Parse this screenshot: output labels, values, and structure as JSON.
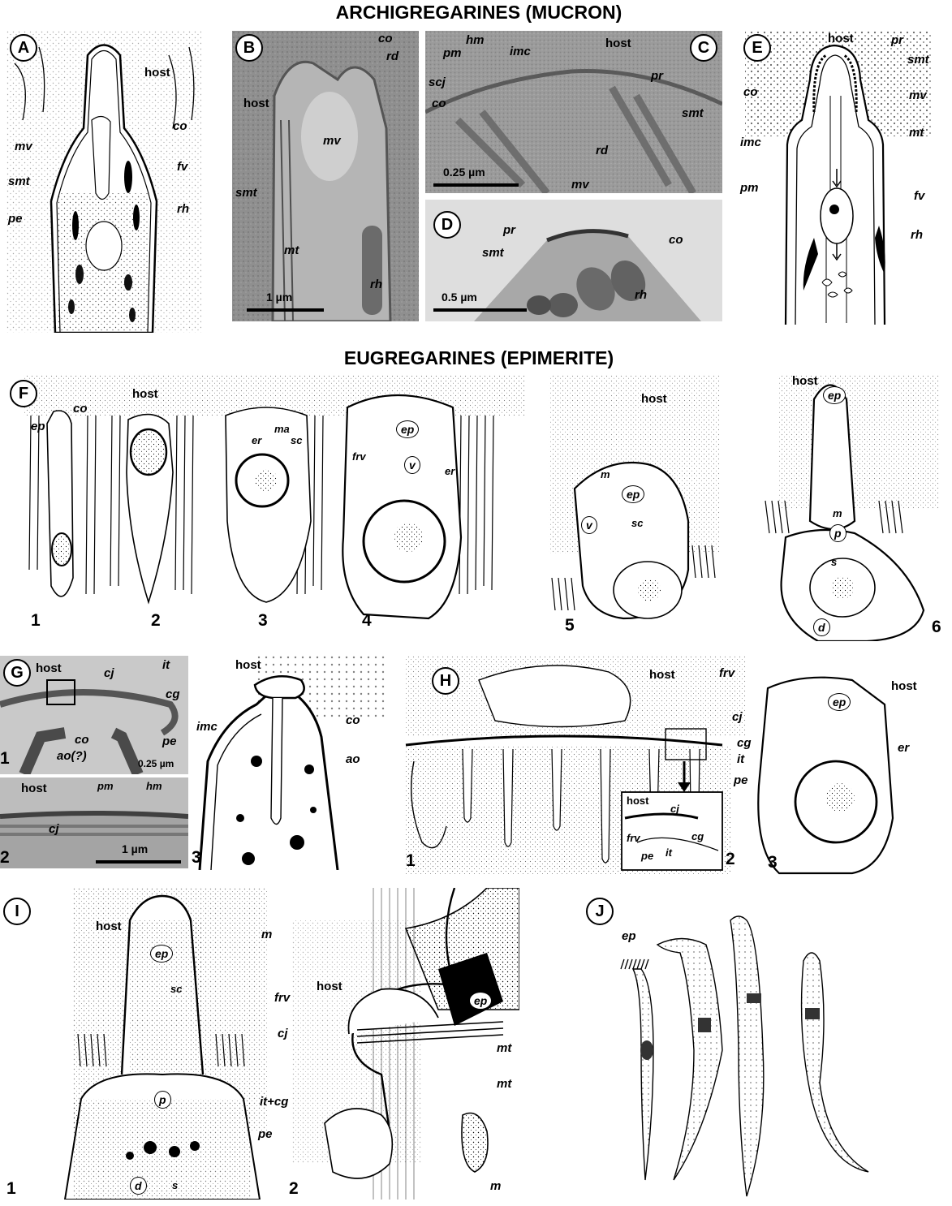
{
  "headings": {
    "archigregarines": "ARCHIGREGARINES (MUCRON)",
    "eugregarines": "EUGREGARINES (EPIMERITE)"
  },
  "panels": {
    "A": {
      "letter": "A",
      "labels": {
        "host": "host",
        "mv": "mv",
        "co": "co",
        "fv": "fv",
        "smt": "smt",
        "rh": "rh",
        "pe": "pe"
      }
    },
    "B": {
      "letter": "B",
      "labels": {
        "co": "co",
        "rd": "rd",
        "host": "host",
        "mv": "mv",
        "smt": "smt",
        "mt": "mt",
        "rh": "rh"
      },
      "scale": "1 µm"
    },
    "C": {
      "letter": "C",
      "labels": {
        "hm": "hm",
        "pm": "pm",
        "imc": "imc",
        "host": "host",
        "pr": "pr",
        "scj": "scj",
        "co": "co",
        "smt": "smt",
        "rd": "rd",
        "mv": "mv"
      },
      "scale": "0.25 µm"
    },
    "D": {
      "letter": "D",
      "labels": {
        "pr": "pr",
        "smt": "smt",
        "co": "co",
        "rh": "rh"
      },
      "scale": "0.5 µm"
    },
    "E": {
      "letter": "E",
      "labels": {
        "host": "host",
        "pr": "pr",
        "smt": "smt",
        "co": "co",
        "mv": "mv",
        "mt": "mt",
        "imc": "imc",
        "pm": "pm",
        "fv": "fv",
        "rh": "rh"
      }
    },
    "F": {
      "letter": "F",
      "labels": {
        "host1": "host",
        "co": "co",
        "ep1": "ep",
        "ma": "ma",
        "er1": "er",
        "sc1": "sc",
        "ep2": "ep",
        "v1": "v",
        "frv": "frv",
        "er2": "er",
        "host2": "host",
        "m1": "m",
        "ep3": "ep",
        "v2": "v",
        "sc2": "sc",
        "host3": "host",
        "ep4": "ep",
        "m2": "m",
        "p": "p",
        "s": "s",
        "d": "d"
      },
      "numbers": [
        "1",
        "2",
        "3",
        "4",
        "5",
        "6"
      ]
    },
    "G": {
      "letter": "G",
      "labels": {
        "host1": "host",
        "cj1": "cj",
        "it": "it",
        "cg": "cg",
        "co1": "co",
        "ao1": "ao(?)",
        "pe": "pe",
        "host2": "host",
        "pm": "pm",
        "hm": "hm",
        "cj2": "cj",
        "host3": "host",
        "imc": "imc",
        "co2": "co",
        "ao2": "ao"
      },
      "numbers": [
        "1",
        "2",
        "3"
      ],
      "scales": [
        "0.25 µm",
        "1 µm"
      ]
    },
    "H": {
      "letter": "H",
      "labels": {
        "host1": "host",
        "frv": "frv",
        "cj1": "cj",
        "cg1": "cg",
        "it1": "it",
        "pe1": "pe",
        "host2": "host",
        "cj2": "cj",
        "frv2": "frv",
        "cg2": "cg",
        "pe2": "pe",
        "it2": "it",
        "host3": "host",
        "ep": "ep",
        "er": "er"
      },
      "numbers": [
        "1",
        "2",
        "3"
      ]
    },
    "I": {
      "letter": "I",
      "labels": {
        "host1": "host",
        "ep1": "ep",
        "sc": "sc",
        "m1": "m",
        "frv": "frv",
        "cj": "cj",
        "host2": "host",
        "ep2": "ep",
        "mt1": "mt",
        "mt2": "mt",
        "p": "p",
        "itcg": "it+cg",
        "pe": "pe",
        "d": "d",
        "s": "s",
        "m2": "m"
      },
      "numbers": [
        "1",
        "2"
      ]
    },
    "J": {
      "letter": "J",
      "labels": {
        "ep": "ep"
      }
    }
  },
  "colors": {
    "ink": "#000000",
    "photo_dark": "#6e6e6e",
    "photo_mid": "#9a9a9a",
    "photo_light": "#d4d4d4",
    "paper": "#ffffff"
  }
}
